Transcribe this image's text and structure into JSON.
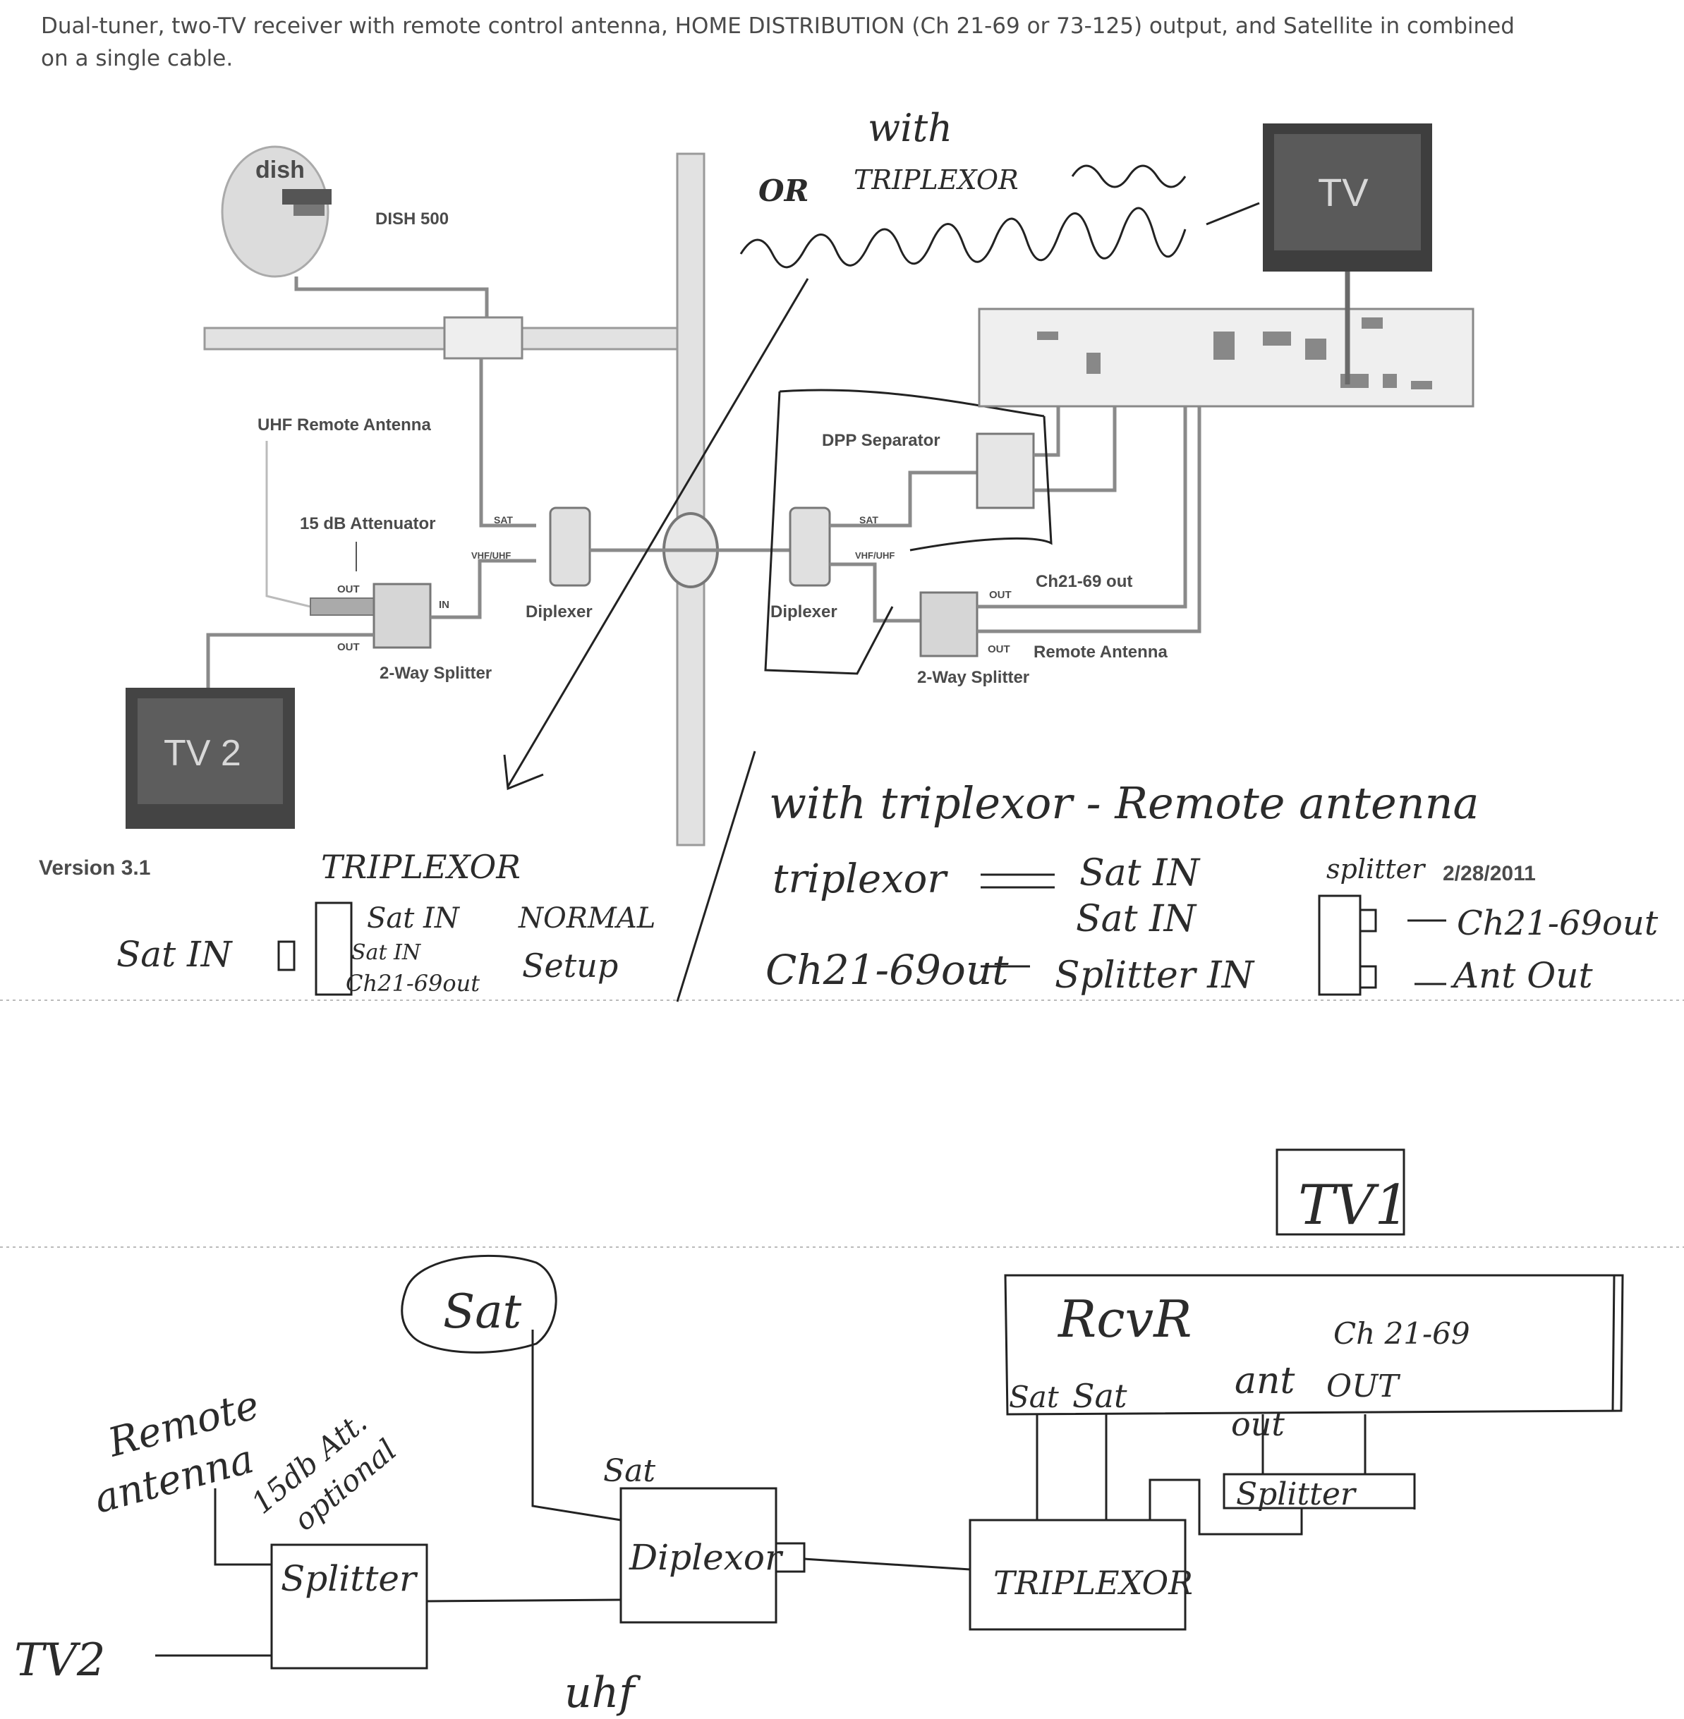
{
  "header": {
    "title": "Dual-tuner, two-TV receiver with remote control antenna, HOME DISTRIBUTION (Ch 21-69 or 73-125) output, and Satellite in combined on a single cable."
  },
  "printed": {
    "dish_logo": "dish",
    "dish_name": "DISH 500",
    "tv1": "TV",
    "tv2": "TV 2",
    "uhf_remote_antenna": "UHF Remote Antenna",
    "attenuator": "15 dB Attenuator",
    "out": "OUT",
    "in": "IN",
    "sat": "SAT",
    "vhf_uhf": "VHF/UHF",
    "diplexer": "Diplexer",
    "two_way_splitter": "2-Way Splitter",
    "dpp_separator": "DPP Separator",
    "ch21_69_out": "Ch21-69 out",
    "remote_antenna": "Remote Antenna",
    "version": "Version 3.1",
    "date": "2/28/2011"
  },
  "handwritten_top": {
    "with": "with",
    "or": "OR",
    "triplexor_note": "TRIPLEXOR",
    "triplexor_title": "TRIPLEXOR",
    "sat_in": "Sat IN",
    "sat_in_2": "Sat IN",
    "sat_in_3": "Sat IN",
    "ch21_69out": "Ch21-69out",
    "normal": "NORMAL",
    "setup": "Setup",
    "right_title": "with triplexor - Remote antenna",
    "triplexor_row": "triplexor",
    "r_sat_in_1": "Sat IN",
    "r_sat_in_2": "Sat IN",
    "r_ch21_69out": "Ch21-69out",
    "r_splitter_in": "Splitter IN",
    "splitter": "splitter",
    "r_ch21_69out_2": "Ch21-69out",
    "ant_out": "Ant Out"
  },
  "handwritten_bottom": {
    "tv1": "TV1",
    "rcvr": "RcvR",
    "sat_a": "Sat",
    "sat_b": "Sat",
    "ant": "ant",
    "out_lower": "out",
    "ch21_69": "Ch 21-69",
    "out_upper": "OUT",
    "splitter_right": "Splitter",
    "triplexor": "TRIPLEXOR",
    "sat_bubble": "Sat",
    "sat_label": "Sat",
    "diplexor": "Diplexor",
    "splitter_left": "Splitter",
    "remote_antenna_1": "Remote",
    "remote_antenna_2": "antenna",
    "att_1": "15db Att.",
    "att_2": "optional",
    "tv2": "TV2",
    "uhf": "uhf"
  }
}
